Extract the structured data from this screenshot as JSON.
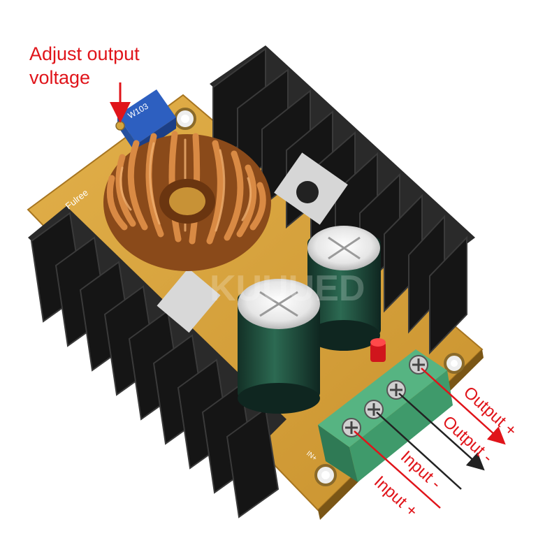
{
  "annotations": {
    "adjust_line1": "Adjust output",
    "adjust_line2": "voltage",
    "output_plus": "Output +",
    "output_minus": "Output -",
    "input_minus": "Input -",
    "input_plus": "Input +"
  },
  "board_markings": {
    "pot_code": "W103",
    "brand": "Fulree",
    "in_label": "IN+",
    "watermark": "KUUUED"
  },
  "colors": {
    "annotation_red": "#e0141a",
    "arrow_dark": "#222222",
    "pcb": "#d9a33a",
    "heatsink": "#1e1e1e",
    "terminal_green": "#3f9a6b",
    "capacitor": "#1f4a3a",
    "coil_copper": "#c06a2c"
  },
  "icons": [
    "potentiometer-icon",
    "inductor-coil-icon",
    "capacitor-icon",
    "led-icon",
    "terminal-block-icon",
    "heatsink-icon"
  ]
}
